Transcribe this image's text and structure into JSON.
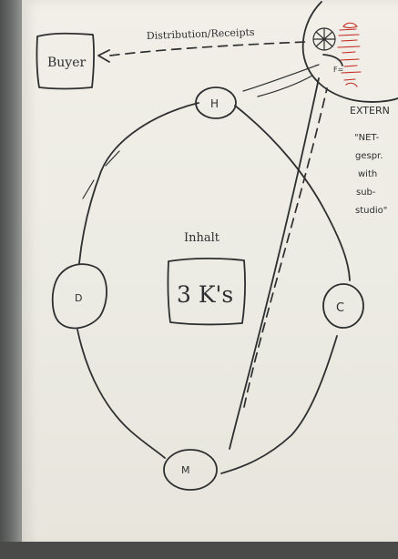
{
  "scene": {
    "description_labels": {
      "buyer_box": "Buyer",
      "arrow_text": "Distribution/Receipts",
      "top_node": "H",
      "left_node": "D",
      "right_node": "C",
      "bottom_node": "M",
      "center_title": "Inhalt",
      "center_box": "3 K's",
      "right_note_title": "EXTERN",
      "right_note_lines": [
        "\"NET-",
        "gespr.",
        "with",
        "sub-",
        "studio\""
      ]
    },
    "colors": {
      "board": "#ecebe3",
      "ink": "#2d2f30",
      "red_ink": "#c42d24",
      "frame": "#6a6c6c"
    }
  }
}
